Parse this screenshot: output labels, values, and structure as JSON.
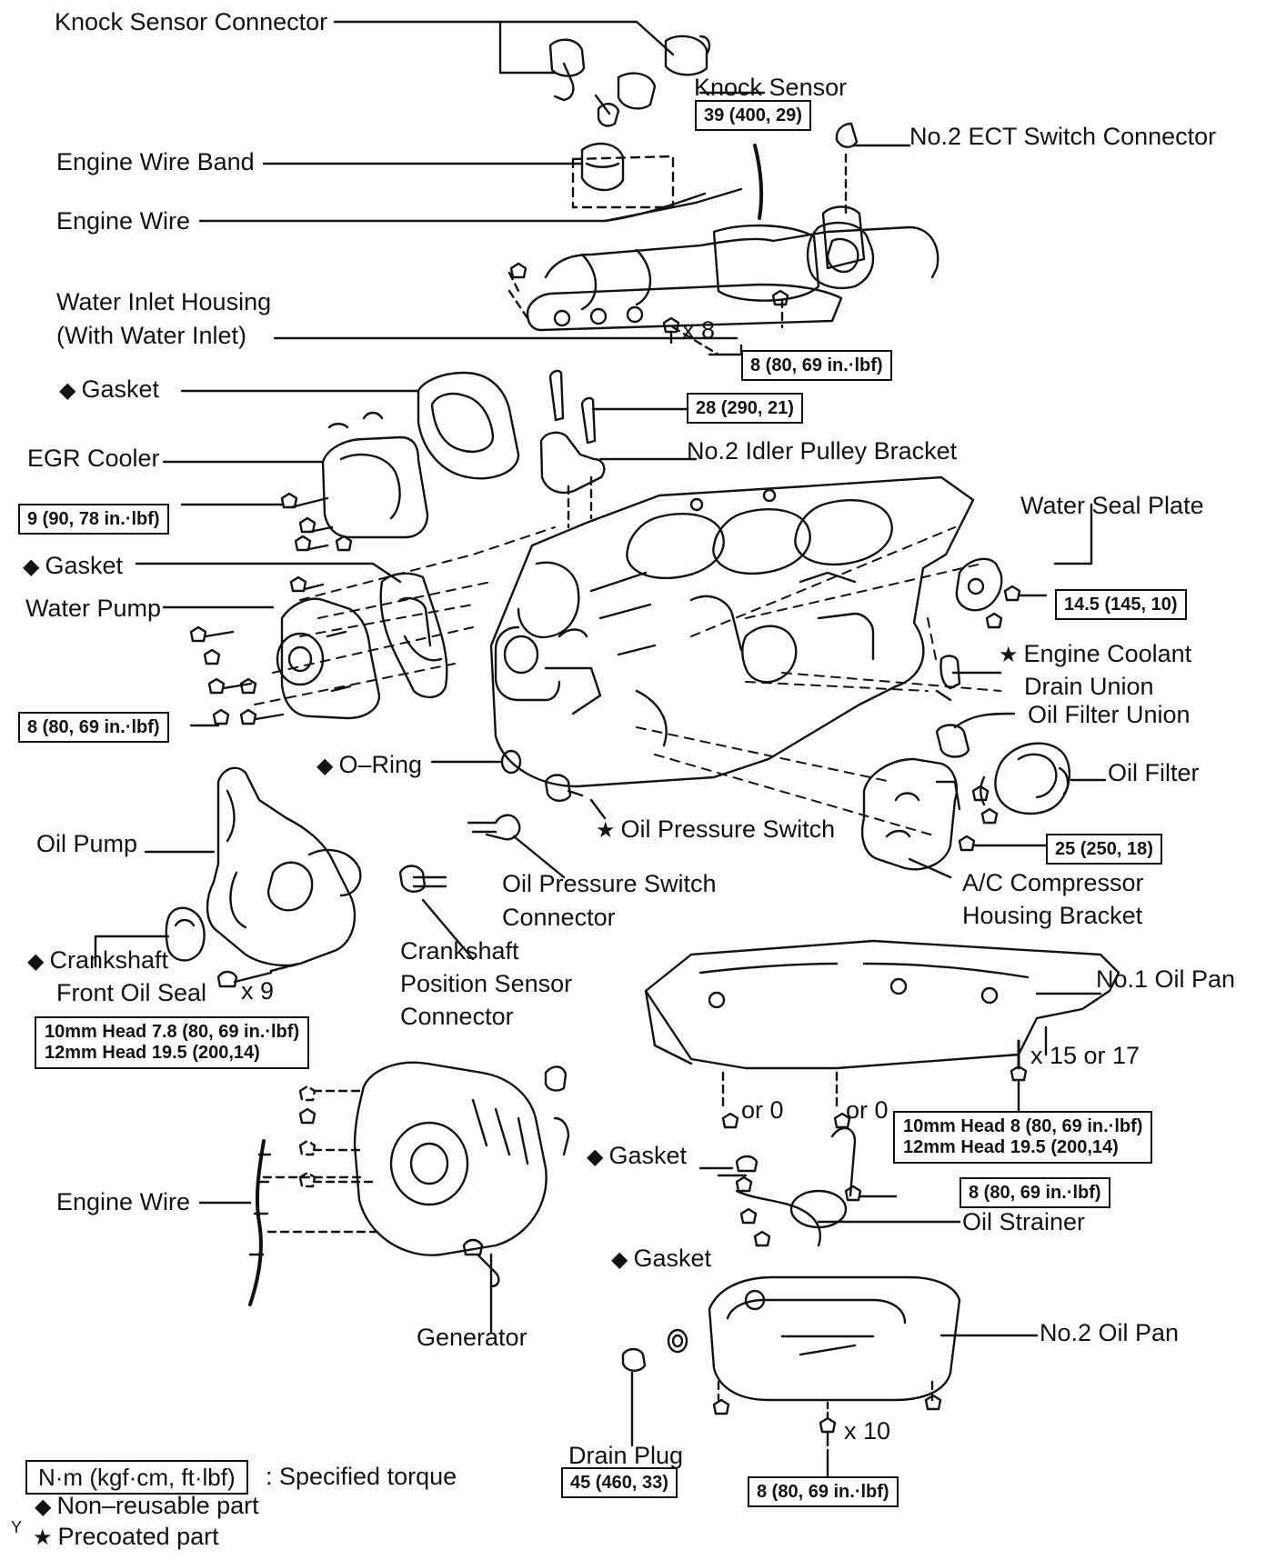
{
  "labels": {
    "knock_sensor_connector": "Knock Sensor Connector",
    "knock_sensor": "Knock Sensor",
    "ect_switch_connector": "No.2 ECT Switch Connector",
    "engine_wire_band": "Engine Wire Band",
    "engine_wire_top": "Engine Wire",
    "water_inlet_housing_1": "Water Inlet Housing",
    "water_inlet_housing_2": "(With Water Inlet)",
    "gasket_egr": "Gasket",
    "egr_cooler": "EGR Cooler",
    "idler_pulley_bracket": "No.2 Idler Pulley Bracket",
    "water_seal_plate": "Water Seal Plate",
    "gasket_wp": "Gasket",
    "water_pump": "Water Pump",
    "coolant_drain_union_1": "Engine Coolant",
    "coolant_drain_union_2": "Drain Union",
    "oil_filter_union": "Oil Filter Union",
    "oil_filter": "Oil Filter",
    "o_ring": "O–Ring",
    "oil_pressure_switch": "Oil Pressure Switch",
    "oil_pump": "Oil Pump",
    "ops_connector_1": "Oil Pressure Switch",
    "ops_connector_2": "Connector",
    "ac_bracket_1": "A/C Compressor",
    "ac_bracket_2": "Housing Bracket",
    "ckp_connector_1": "Crankshaft",
    "ckp_connector_2": "Position Sensor",
    "ckp_connector_3": "Connector",
    "front_oil_seal_1": "Crankshaft",
    "front_oil_seal_2": "Front Oil Seal",
    "x9": "x 9",
    "no1_oil_pan": "No.1 Oil Pan",
    "x15or17": "x 15 or 17",
    "or0_a": "or 0",
    "or0_b": "or 0",
    "gasket_strainer": "Gasket",
    "engine_wire_bottom": "Engine Wire",
    "oil_strainer": "Oil Strainer",
    "gasket_drain": "Gasket",
    "generator": "Generator",
    "no2_oil_pan": "No.2 Oil Pan",
    "x10": "x 10",
    "drain_plug": "Drain Plug",
    "x8": "x 8"
  },
  "torques": {
    "knock_sensor": "39 (400, 29)",
    "water_inlet": "8 (80, 69 in.·lbf)",
    "idler_bracket": "28 (290, 21)",
    "egr_cooler": "9 (90, 78 in.·lbf)",
    "water_seal_plate": "14.5 (145, 10)",
    "water_pump": "8 (80, 69 in.·lbf)",
    "ac_bracket": "25 (250, 18)",
    "oil_pump_line1": "10mm Head 7.8 (80, 69 in.·lbf)",
    "oil_pump_line2": "12mm Head 19.5 (200,14)",
    "oil_pan_line1": "10mm Head 8 (80, 69 in.·lbf)",
    "oil_pan_line2": "12mm Head 19.5 (200,14)",
    "oil_strainer": "8 (80, 69 in.·lbf)",
    "drain_plug": "45 (460, 33)",
    "no2_oil_pan": "8 (80, 69 in.·lbf)"
  },
  "markers": {
    "non_reusable": "◆",
    "precoated": "★"
  },
  "legend": {
    "torque_unit": "N·m (kgf·cm, ft·lbf)",
    "torque_desc": ": Specified torque",
    "non_reusable": "Non–reusable part",
    "precoated": "Precoated part",
    "corner_glyph": "Y"
  }
}
